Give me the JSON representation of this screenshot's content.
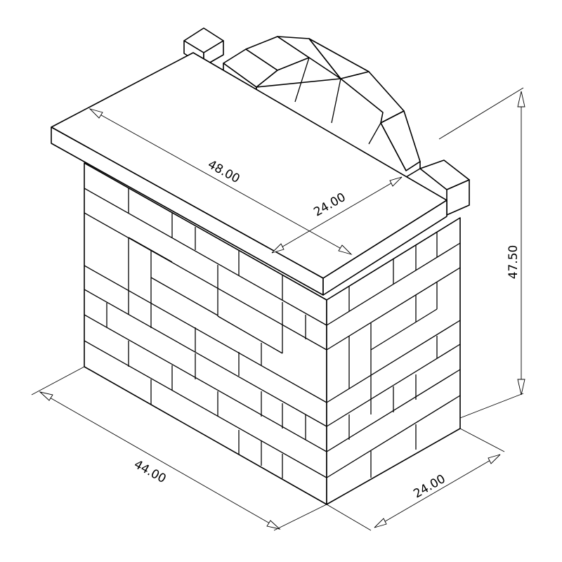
{
  "dimensions": {
    "cap_length": "48.00",
    "cap_width": "24.00",
    "height": "47.50",
    "base_length": "44.00",
    "base_width": "24.00"
  }
}
